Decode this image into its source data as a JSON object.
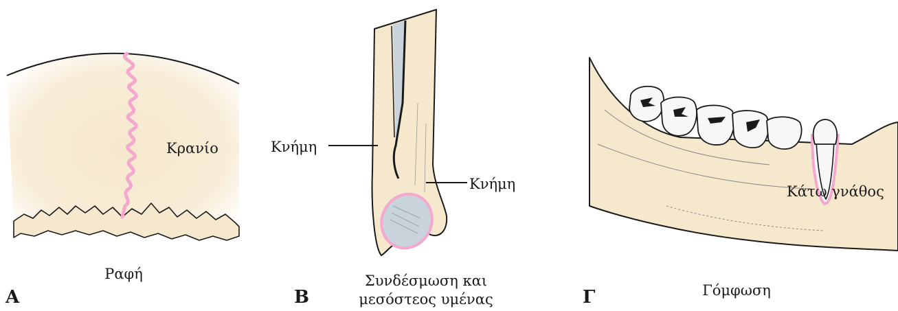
{
  "panels": {
    "a": {
      "letter": "A",
      "caption": "Ραφή",
      "label": "Κρανίο"
    },
    "b": {
      "letter": "B",
      "caption_line1": "Συνδέσμωση και",
      "caption_line2": "μεσόστεος υμένας",
      "label_left": "Κνήμη",
      "label_right": "Κνήμη"
    },
    "c": {
      "letter": "Γ",
      "caption": "Γόμφωση",
      "label": "Κάτω γνάθος"
    }
  },
  "colors": {
    "bone": "#f6e8cc",
    "suture": "#f4a8cf",
    "ligament": "#c9d3dc",
    "tooth": "#f7f7f7",
    "outline": "#1a1a1a"
  }
}
